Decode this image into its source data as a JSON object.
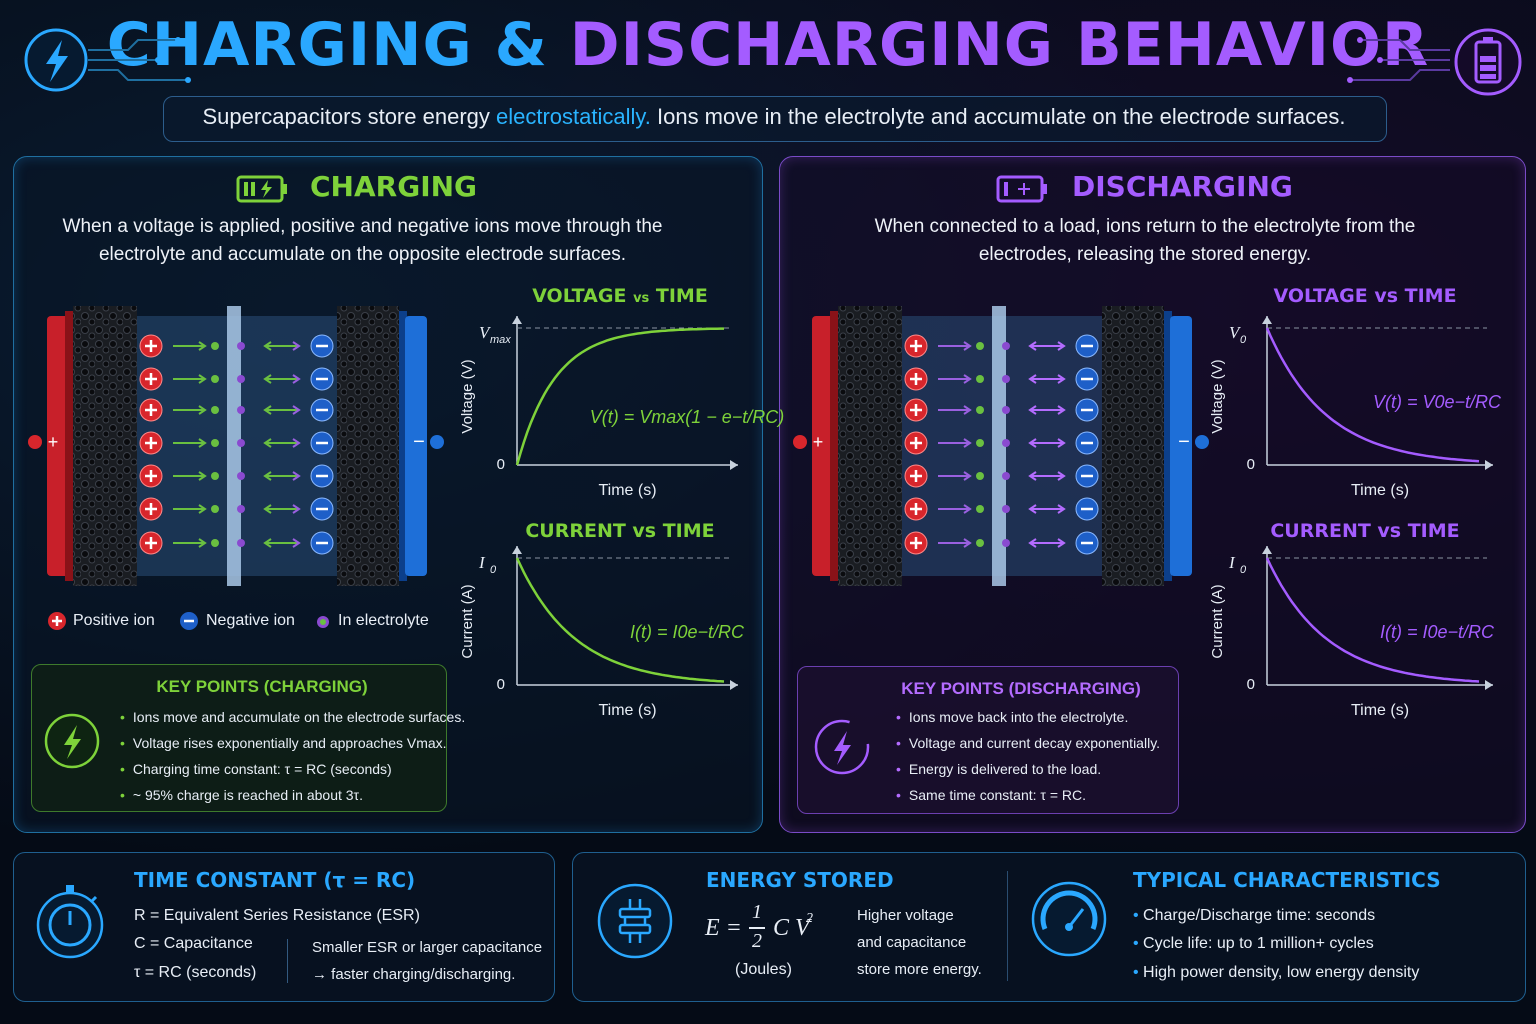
{
  "header": {
    "title_part1": "CHARGING & ",
    "title_part2": "DISCHARGING BEHAVIOR",
    "subtitle_a": "Supercapacitors store energy ",
    "subtitle_hl": "electrostatically.",
    "subtitle_b": " Ions move in the electrolyte and accumulate on the electrode surfaces.",
    "left_icon": "lightning-icon",
    "right_icon": "battery-icon"
  },
  "charging": {
    "title": "CHARGING",
    "desc_line1": "When a voltage is applied, positive and negative ions move through the",
    "desc_line2": "electrolyte and accumulate on the opposite electrode surfaces.",
    "legend": {
      "positive": "Positive ion",
      "negative": "Negative ion",
      "electrolyte": "In electrolyte"
    },
    "voltage_chart": {
      "title_a": "VOLTAGE ",
      "title_vs": "vs",
      "title_b": " TIME",
      "y_label": "Voltage (V)",
      "x_label": "Time (s)",
      "y_top": "V",
      "y_top_sub": "max",
      "zero": "0",
      "formula": "V(t) = Vmax(1 − e−t/RC)"
    },
    "current_chart": {
      "title": "CURRENT vs TIME",
      "y_label": "Current (A)",
      "x_label": "Time (s)",
      "y_top": "I",
      "y_top_sub": "0",
      "zero": "0",
      "formula": "I(t) = I0e−t/RC"
    },
    "key_points": {
      "title": "KEY POINTS (CHARGING)",
      "items": [
        "Ions move and accumulate on the electrode surfaces.",
        "Voltage rises exponentially and approaches Vmax.",
        "Charging time constant: τ = RC (seconds)",
        "~ 95% charge is reached in about 3τ."
      ]
    }
  },
  "discharging": {
    "title": "DISCHARGING",
    "desc_line1": "When connected to a load, ions return to the electrolyte from the",
    "desc_line2": "electrodes, releasing the stored energy.",
    "voltage_chart": {
      "title": "VOLTAGE vs TIME",
      "y_label": "Voltage (V)",
      "x_label": "Time (s)",
      "y_top": "V",
      "y_top_sub": "0",
      "zero": "0",
      "formula": "V(t) = V0e−t/RC"
    },
    "current_chart": {
      "title": "CURRENT vs TIME",
      "y_label": "Current (A)",
      "x_label": "Time (s)",
      "y_top": "I",
      "y_top_sub": "0",
      "zero": "0",
      "formula": "I(t) = I0e−t/RC"
    },
    "key_points": {
      "title": "KEY POINTS (DISCHARGING)",
      "items": [
        "Ions move back into the electrolyte.",
        "Voltage and current decay exponentially.",
        "Energy is delivered to the load.",
        "Same time constant: τ = RC."
      ]
    }
  },
  "time_constant": {
    "title": "TIME CONSTANT (τ = RC)",
    "lines": [
      "R = Equivalent Series Resistance (ESR)",
      "C = Capacitance",
      "τ = RC (seconds)"
    ],
    "note_line1": "Smaller ESR or larger capacitance",
    "note_line2": "→ faster charging/discharging."
  },
  "energy": {
    "title": "ENERGY STORED",
    "formula_lhs": "E =",
    "formula_num": "1",
    "formula_den": "2",
    "formula_rhs": "C V",
    "formula_exp": "2",
    "unit": "(Joules)",
    "note_line1": "Higher voltage",
    "note_line2": "and capacitance",
    "note_line3": "store more energy."
  },
  "characteristics": {
    "title": "TYPICAL CHARACTERISTICS",
    "items": [
      "Charge/Discharge time: seconds",
      "Cycle life: up to 1 million+ cycles",
      "High power density, low energy density"
    ]
  },
  "colors": {
    "charging": "#7ed23a",
    "discharging": "#a45cff",
    "accent": "#2aa8ff"
  }
}
